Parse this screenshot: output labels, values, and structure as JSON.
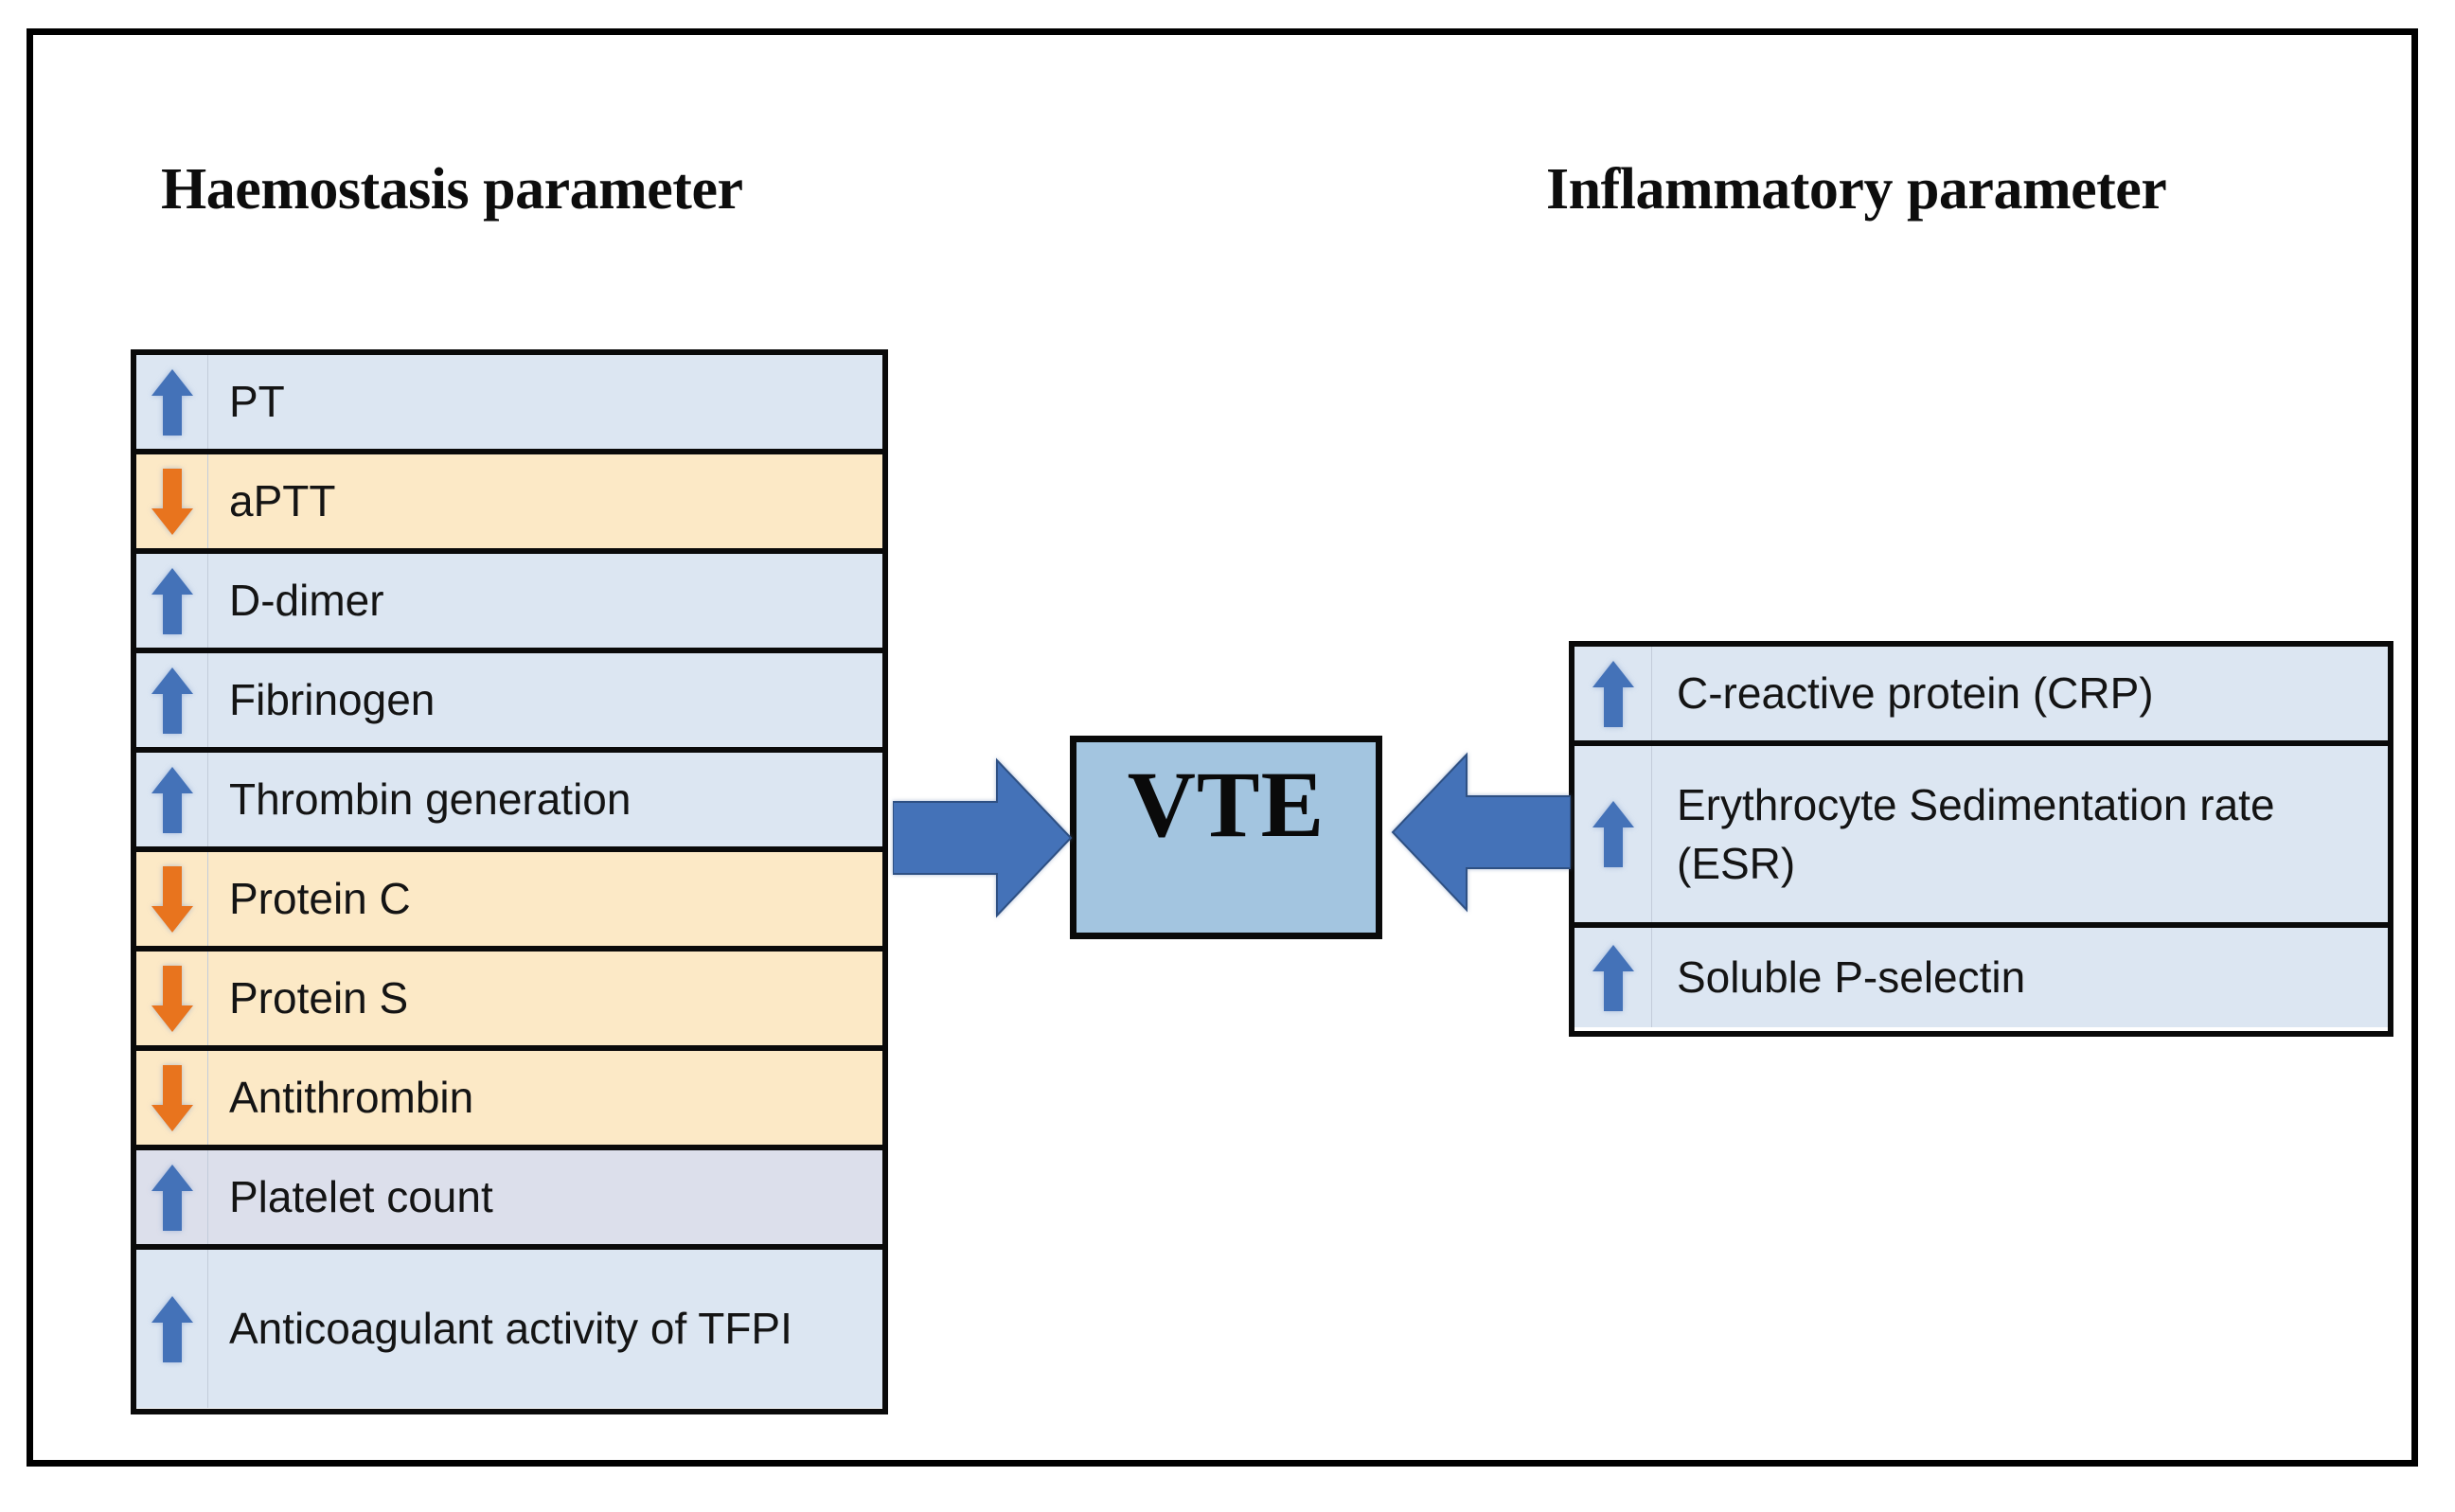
{
  "figure": {
    "center_node": {
      "label": "VTE",
      "fill_color": "#a3c5e0",
      "border_color": "#0a0a0a"
    },
    "colors": {
      "up_arrow": "#4472b8",
      "down_arrow": "#e8741e",
      "row_blue": "#dce6f2",
      "row_cream": "#fce9c6",
      "row_lavender": "#dcdfeb",
      "connector_arrow": "#4472b8",
      "frame": "#000000"
    }
  },
  "left_panel": {
    "heading": "Haemostasis parameter",
    "rows": [
      {
        "direction": "up",
        "label": "PT",
        "fill": "blue"
      },
      {
        "direction": "down",
        "label": "aPTT",
        "fill": "cream"
      },
      {
        "direction": "up",
        "label": "D-dimer",
        "fill": "blue"
      },
      {
        "direction": "up",
        "label": "Fibrinogen",
        "fill": "blue"
      },
      {
        "direction": "up",
        "label": "Thrombin generation",
        "fill": "blue"
      },
      {
        "direction": "down",
        "label": "Protein C",
        "fill": "cream"
      },
      {
        "direction": "down",
        "label": "Protein S",
        "fill": "cream"
      },
      {
        "direction": "down",
        "label": "Antithrombin",
        "fill": "cream"
      },
      {
        "direction": "up",
        "label": "Platelet count",
        "fill": "lavender"
      },
      {
        "direction": "up",
        "label": "Anticoagulant activity of TFPI",
        "fill": "blue"
      }
    ]
  },
  "right_panel": {
    "heading": "Inflammatory parameter",
    "rows": [
      {
        "direction": "up",
        "label": "C-reactive protein (CRP)",
        "fill": "blue"
      },
      {
        "direction": "up",
        "label": "Erythrocyte Sedimentation rate (ESR)",
        "fill": "blue"
      },
      {
        "direction": "up",
        "label": "Soluble P-selectin",
        "fill": "blue"
      }
    ]
  }
}
